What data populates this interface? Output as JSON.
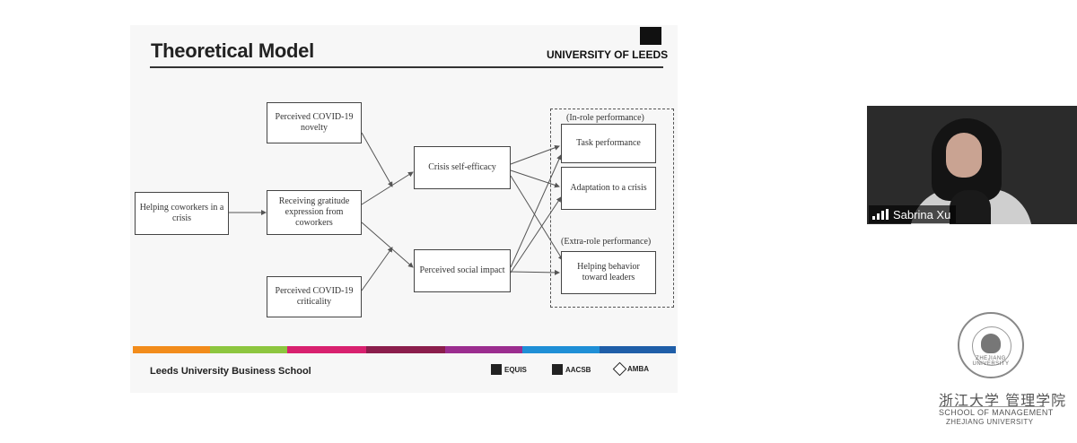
{
  "slide": {
    "title": "Theoretical Model",
    "university_logo": "UNIVERSITY OF LEEDS",
    "footer_school": "Leeds University Business School",
    "accreditations": [
      "EQUIS",
      "AACSB",
      "AMBA"
    ],
    "stripe_colors": [
      "#f28c1b",
      "#8dc63f",
      "#d8216f",
      "#8b1e4c",
      "#9b2d8f",
      "#1f8fd6",
      "#1f5ea8"
    ],
    "diagram": {
      "boxes": {
        "helping": "Helping coworkers in a crisis",
        "novelty": "Perceived COVID-19 novelty",
        "gratitude": "Receiving gratitude expression from coworkers",
        "criticality": "Perceived COVID-19 criticality",
        "efficacy": "Crisis self-efficacy",
        "impact": "Perceived social impact",
        "task": "Task performance",
        "adaptation": "Adaptation to a crisis",
        "helping_leaders": "Helping behavior toward leaders"
      },
      "groups": {
        "in_role": "(In-role performance)",
        "extra_role": "(Extra-role performance)"
      }
    }
  },
  "video": {
    "participant_name": "Sabrina Xu"
  },
  "branding": {
    "seal_text": "ZHEJIANG UNIVERSITY",
    "cn_name": "浙江大学 管理学院",
    "en_line1": "SCHOOL OF MANAGEMENT",
    "en_line2": "ZHEJIANG UNIVERSITY"
  }
}
